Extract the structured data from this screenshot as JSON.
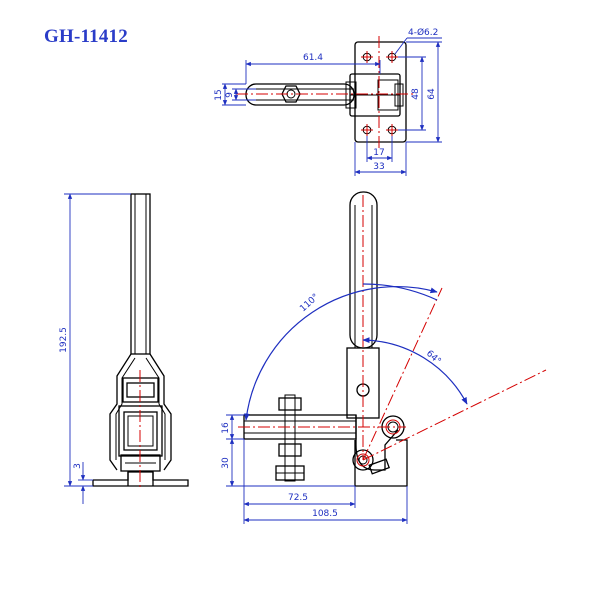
{
  "title": "GH-11412",
  "dimensions": {
    "holes": "4-Ø6.2",
    "handle_length": "61.4",
    "bar_width": "15",
    "bar_inner": "9",
    "base_height_inner": "48",
    "base_height_outer": "64",
    "base_width_inner": "17",
    "base_width_outer": "33",
    "overall_height": "192.5",
    "base_thickness": "3",
    "bar_thickness": "16",
    "spindle_height": "30",
    "reach": "72.5",
    "overall_length": "108.5",
    "angle_open": "110°",
    "angle_handle": "64°"
  }
}
